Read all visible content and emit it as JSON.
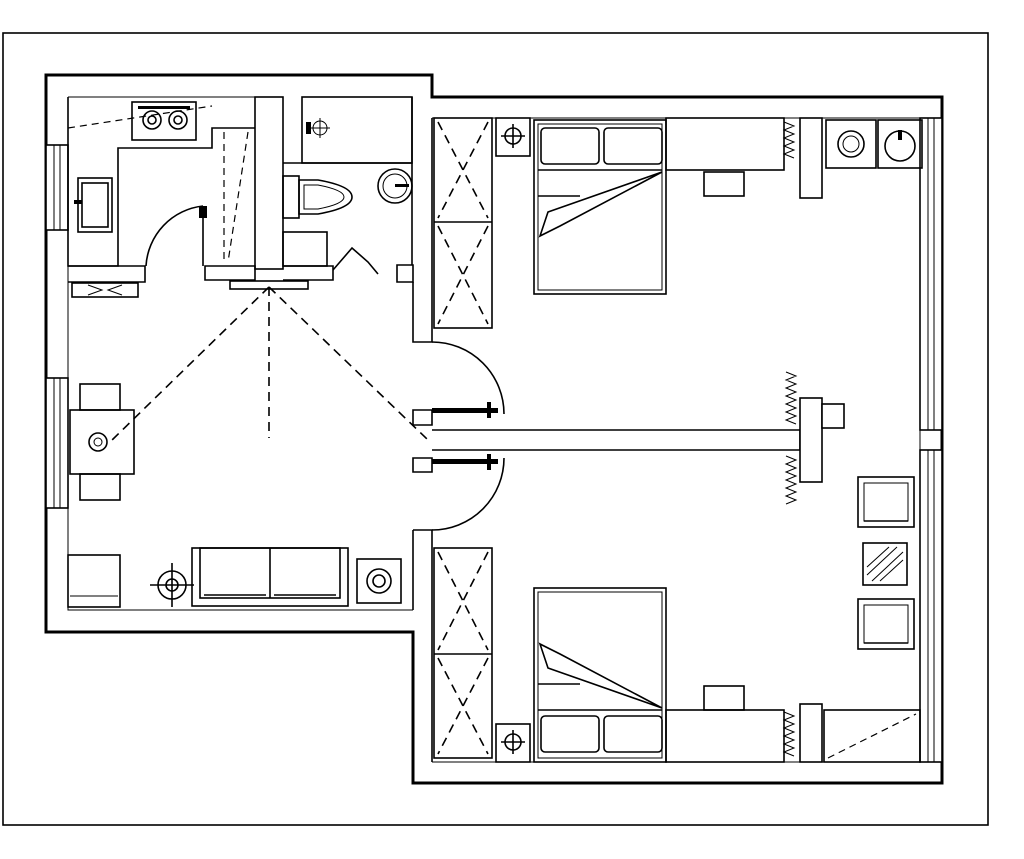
{
  "drawing": {
    "kind": "floor plan",
    "text_labels": []
  },
  "rooms": [
    {
      "id": "kitchen",
      "fixtures": [
        "gas-stove",
        "kitchen-sink",
        "wall-cabinet"
      ]
    },
    {
      "id": "bathroom",
      "fixtures": [
        "toilet",
        "washbasin",
        "shower-valve"
      ]
    },
    {
      "id": "living-dining",
      "fixtures": [
        "dining-table",
        "dining-chair",
        "dining-chair",
        "sofa",
        "side-table",
        "side-table",
        "floor-lamp",
        "ceiling-light"
      ]
    },
    {
      "id": "bedroom-upper",
      "fixtures": [
        "bed",
        "wardrobe",
        "desk",
        "chair",
        "washing-machine",
        "utility-sink",
        "ceiling-light"
      ]
    },
    {
      "id": "bedroom-lower",
      "fixtures": [
        "bed",
        "wardrobe",
        "desk",
        "chair",
        "ceiling-light"
      ]
    },
    {
      "id": "corridor",
      "fixtures": [
        "armchair",
        "armchair",
        "side-table"
      ]
    }
  ],
  "colors": {
    "line": "#000000",
    "background": "#ffffff"
  }
}
